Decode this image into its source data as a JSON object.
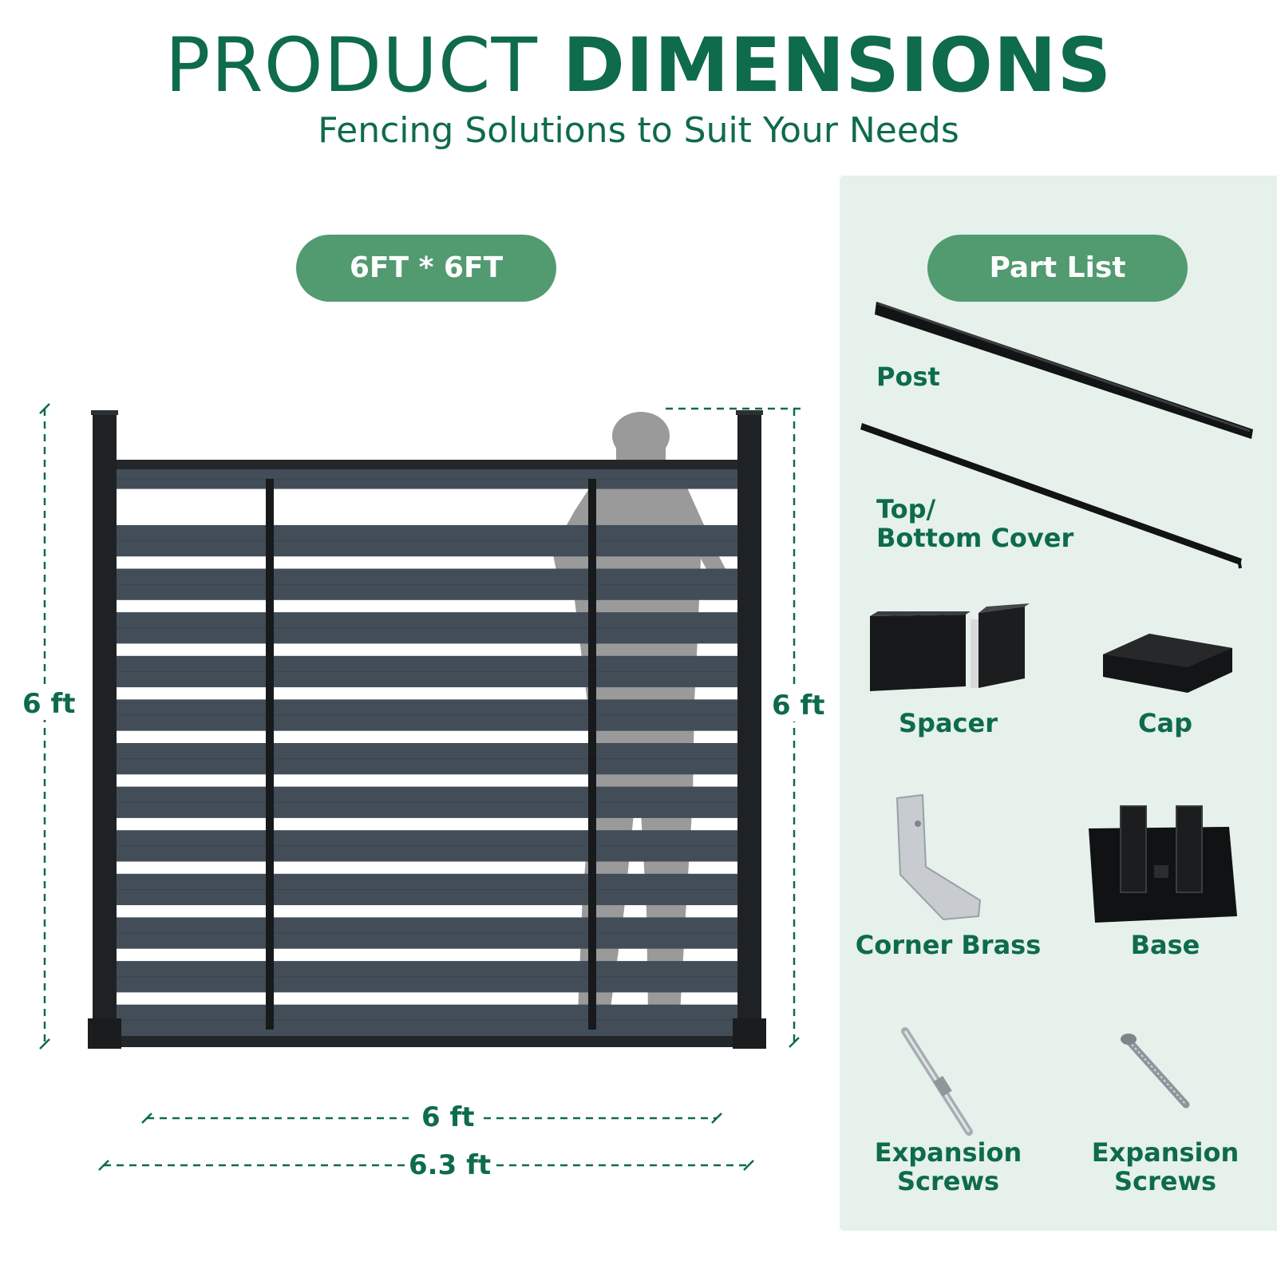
{
  "header": {
    "title_light": "PRODUCT",
    "title_bold": "DIMENSIONS",
    "subtitle": "Fencing Solutions to Suit Your Needs"
  },
  "size_badge": "6FT * 6FT",
  "dimensions": {
    "height_left": "6 ft",
    "height_right": "6 ft",
    "panel_width": "6 ft",
    "overall_width": "6.3 ft"
  },
  "fence": {
    "slat_count": 13,
    "colors": {
      "post": "#1f2224",
      "slat": "#434d58",
      "silhouette": "#9a9a9a",
      "accent": "#0e6b4c",
      "badge": "#529a70",
      "panel_bg": "#e5f1ea"
    }
  },
  "part_list": {
    "heading": "Part List",
    "parts": [
      {
        "label": "Post",
        "icon": "post-icon"
      },
      {
        "label": "Top/\nBottom Cover",
        "icon": "cover-icon"
      },
      {
        "label": "Spacer",
        "icon": "spacer-icon"
      },
      {
        "label": "Cap",
        "icon": "cap-icon"
      },
      {
        "label": "Corner Brass",
        "icon": "corner-brass-icon"
      },
      {
        "label": "Base",
        "icon": "base-icon"
      },
      {
        "label": "Expansion\nScrews",
        "icon": "expansion-bolt-icon"
      },
      {
        "label": "Expansion\nScrews",
        "icon": "screw-icon"
      }
    ]
  }
}
